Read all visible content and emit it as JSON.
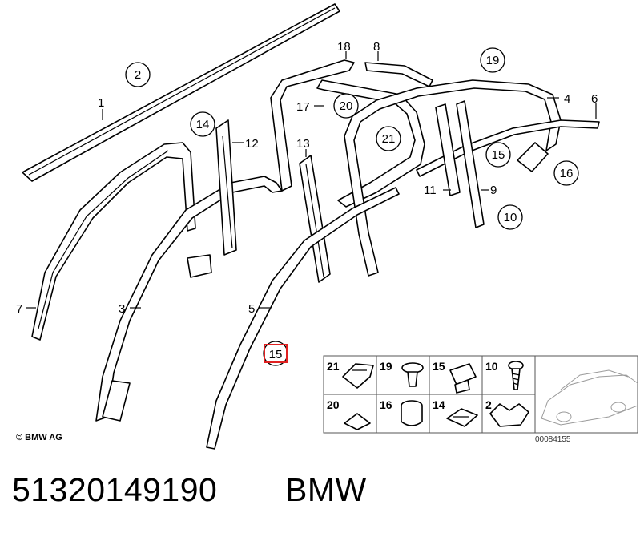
{
  "labels": {
    "l1": "1",
    "l2": "2",
    "l3": "3",
    "l4": "4",
    "l5": "5",
    "l6": "6",
    "l7": "7",
    "l8": "8",
    "l9": "9",
    "l10": "10",
    "l11": "11",
    "l12": "12",
    "l13": "13",
    "l14": "14",
    "l15": "15",
    "l15b": "15",
    "l16": "16",
    "l17": "17",
    "l18": "18",
    "l19": "19",
    "l20": "20",
    "l21": "21"
  },
  "grid": {
    "c21": "21",
    "c19": "19",
    "c15": "15",
    "c10": "10",
    "c20": "20",
    "c16": "16",
    "c14": "14",
    "c2": "2"
  },
  "copyright": "© BMW AG",
  "diagram_code": "00084155",
  "part_number": "51320149190",
  "brand": "BMW",
  "highlight_color": "#e02020"
}
